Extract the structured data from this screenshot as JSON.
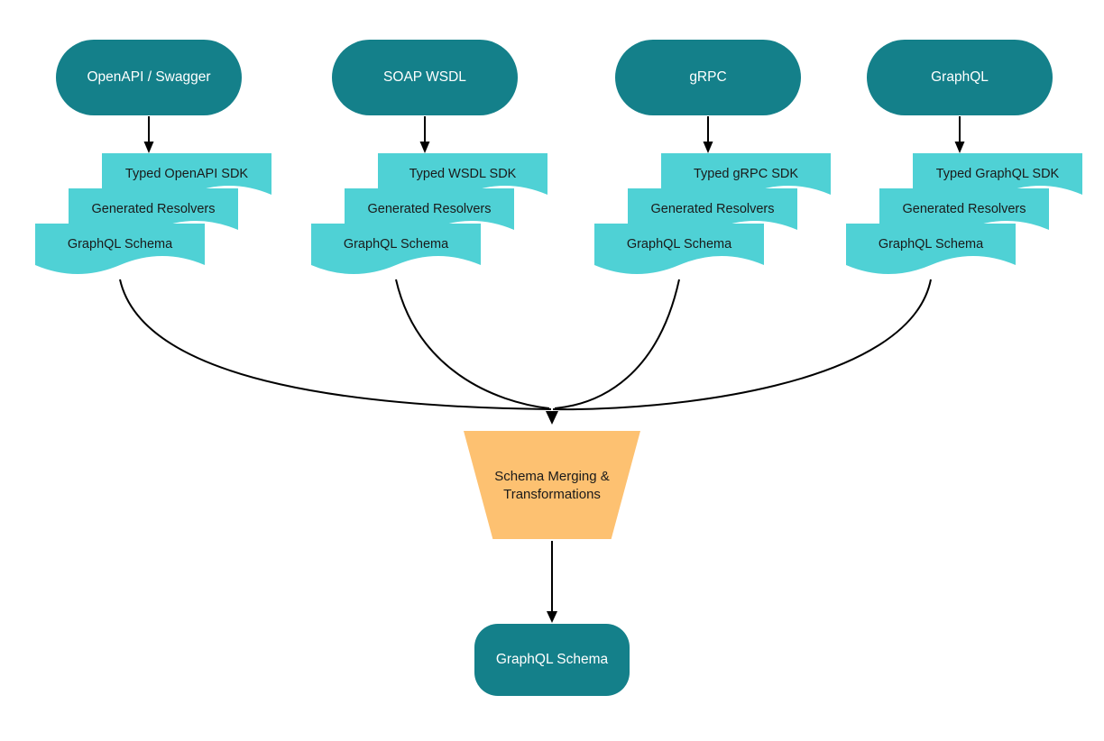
{
  "diagram": {
    "colors": {
      "source_node": "#14808a",
      "document_node": "#4fd1d5",
      "merge_node": "#fdc171",
      "result_node": "#14808a",
      "arrow": "#000000"
    },
    "sources": [
      {
        "label": "OpenAPI / Swagger",
        "documents": [
          "Typed OpenAPI SDK",
          "Generated Resolvers",
          "GraphQL Schema"
        ]
      },
      {
        "label": "SOAP WSDL",
        "documents": [
          "Typed WSDL SDK",
          "Generated Resolvers",
          "GraphQL Schema"
        ]
      },
      {
        "label": "gRPC",
        "documents": [
          "Typed gRPC SDK",
          "Generated Resolvers",
          "GraphQL Schema"
        ]
      },
      {
        "label": "GraphQL",
        "documents": [
          "Typed GraphQL SDK",
          "Generated Resolvers",
          "GraphQL Schema"
        ]
      }
    ],
    "merge_node": {
      "lines": [
        "Schema Merging &",
        "Transformations"
      ]
    },
    "result_node": {
      "label": "GraphQL Schema"
    }
  }
}
